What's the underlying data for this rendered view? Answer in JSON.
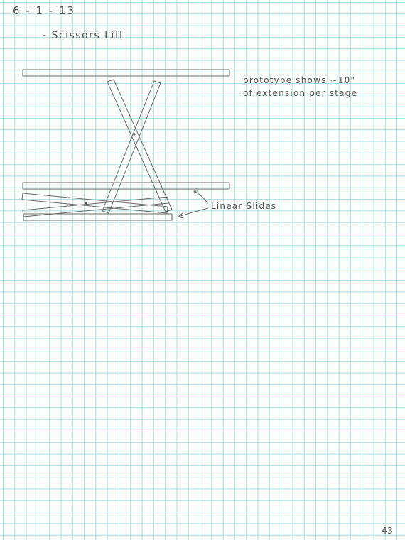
{
  "notebook_page": {
    "date": "6 - 1 - 13",
    "title": "- Scissors Lift",
    "note_line1": "prototype shows ~10\"",
    "note_line2": "of extension per stage",
    "callout_label": "Linear Slides",
    "page_number": "43"
  },
  "colors": {
    "grid_line": "#6ec8cd",
    "paper": "#fbfdfb",
    "pencil": "#6a6a6a"
  }
}
